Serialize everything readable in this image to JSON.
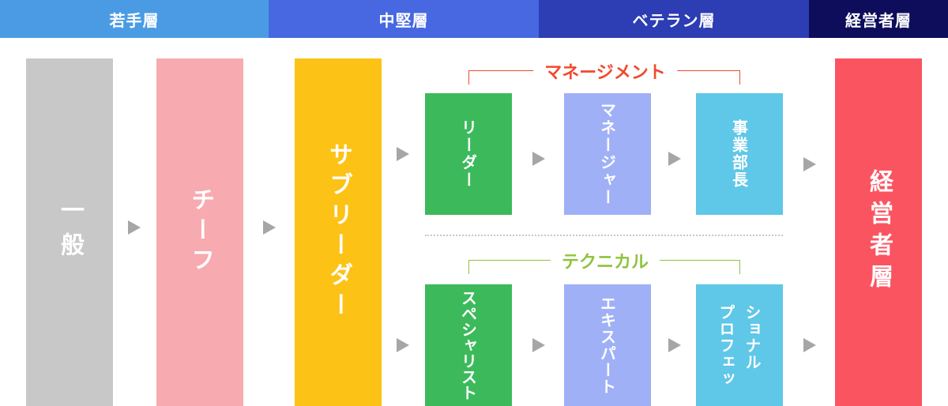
{
  "tiers": [
    {
      "label": "若手層",
      "color": "#4a9be4"
    },
    {
      "label": "中堅層",
      "color": "#4768e0"
    },
    {
      "label": "ベテラン層",
      "color": "#2d3db3"
    },
    {
      "label": "経営者層",
      "color": "#0d0d5c"
    }
  ],
  "stages": {
    "ippan": {
      "label": "一般",
      "color": "#c8c8c8"
    },
    "chief": {
      "label": "チーフ",
      "color": "#f7aab0"
    },
    "subleader": {
      "label": "サブリーダー",
      "color": "#fcc216"
    },
    "executive": {
      "label": "経営者層",
      "color": "#fb5461"
    }
  },
  "tracks": {
    "management": {
      "title": "マネージメント",
      "color": "#f04a2d",
      "steps": [
        "リーダー",
        "マネージャー",
        "事業部長"
      ]
    },
    "technical": {
      "title": "テクニカル",
      "color": "#8fc43e",
      "steps": [
        "スペシャリスト",
        "エキスパート",
        "ショナル",
        "プロフェッ"
      ]
    }
  },
  "step_colors": {
    "step1": "#3cba5b",
    "step2": "#a0b0f7",
    "step3": "#5fc7e7"
  }
}
